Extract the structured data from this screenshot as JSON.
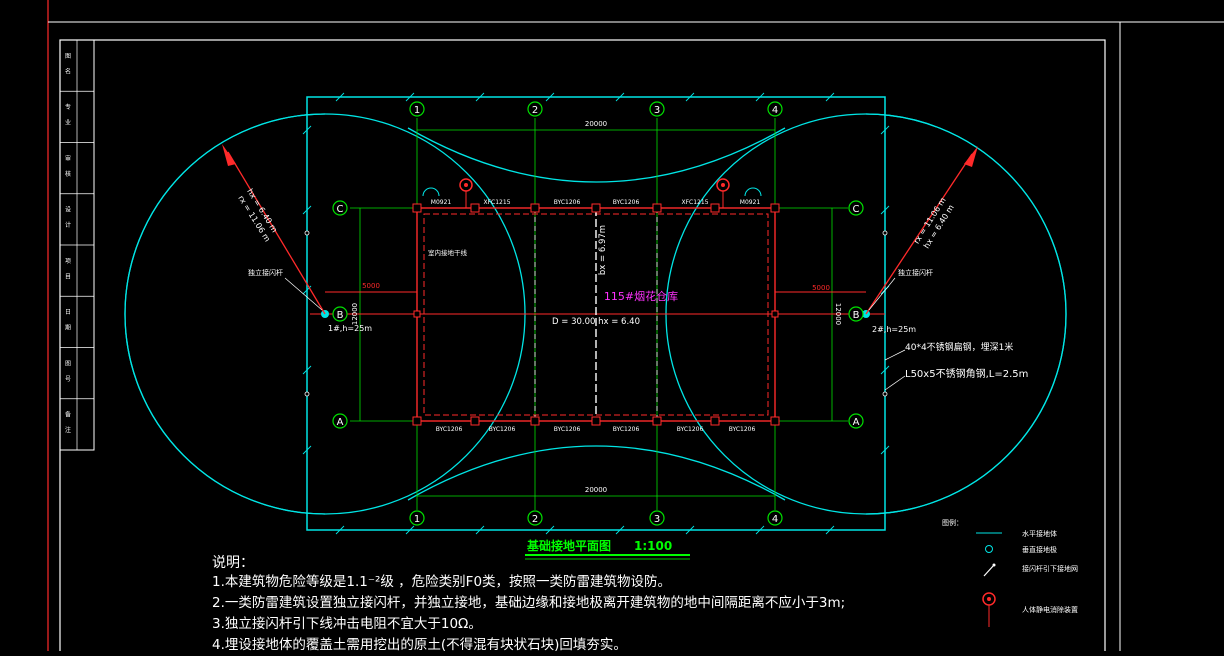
{
  "drawing": {
    "title": "基础接地平面图",
    "scale": "1:100",
    "building_label": "115#烟花仓库",
    "dimension_top": "20000",
    "dimension_bottom": "20000",
    "dim_left_5000": "5000",
    "dim_right_5000": "5000",
    "dim_left_12000": "12000",
    "dim_right_12000": "12000",
    "center_formula": "D = 30.00  hx = 6.40",
    "vertical_formula": "bx = 6.97m",
    "left_formula_1": "hx = 6.40 m",
    "left_formula_2": "rx = 11.06 m",
    "right_formula_1": "rx = 11.06 m",
    "right_formula_2": "hx = 6.40 m",
    "left_rod_caption": "独立接闪杆",
    "right_rod_caption": "独立接闪杆",
    "left_rod_height": "1#,h=25m",
    "right_rod_height": "2#,h=25m",
    "inner_conductor_label": "室内接地干线",
    "right_note_1": "40*4不锈钢扁钢，埋深1米",
    "right_note_2": "L50x5不锈钢角钢,L=2.5m",
    "grid_columns": [
      "1",
      "2",
      "3",
      "4"
    ],
    "grid_rows": [
      "C",
      "B",
      "A"
    ],
    "window_labels_top": [
      "M0921",
      "XFC1215",
      "BYC1206",
      "BYC1206",
      "XFC1215",
      "M0921"
    ],
    "window_labels_bottom": [
      "BYC1206",
      "BYC1206",
      "BYC1206",
      "BYC1206",
      "BYC1206",
      "BYC1206"
    ]
  },
  "legend": {
    "heading": "图例：",
    "items": [
      "水平接地体",
      "垂直接地极",
      "接闪杆引下接地网",
      "人体静电消除装置"
    ]
  },
  "notes": {
    "heading": "说明：",
    "lines": [
      "1.本建筑物危险等级是1.1⁻²级 ，危险类别F0类，按照一类防雷建筑物设防。",
      "2.一类防雷建筑设置独立接闪杆，并独立接地，基础边缘和接地极离开建筑物的地中间隔距离不应小于3m;",
      "3.独立接闪杆引下线冲击电阻不宜大于10Ω。",
      "4.埋设接地体的覆盖土需用挖出的原土(不得混有块状石块)回填夯实。"
    ]
  },
  "title_block": {
    "cells": [
      "图",
      "名",
      "专",
      "业",
      "审",
      "核",
      "设",
      "计",
      "项",
      "目",
      "日",
      "期",
      "图",
      "号",
      "备",
      "注"
    ]
  },
  "colors": {
    "background": "#000000",
    "frame": "#ffffff",
    "cyan": "#00e5e5",
    "red": "#ff2a2a",
    "green": "#00e000",
    "magenta": "#ff33ff",
    "white": "#ffffff"
  }
}
